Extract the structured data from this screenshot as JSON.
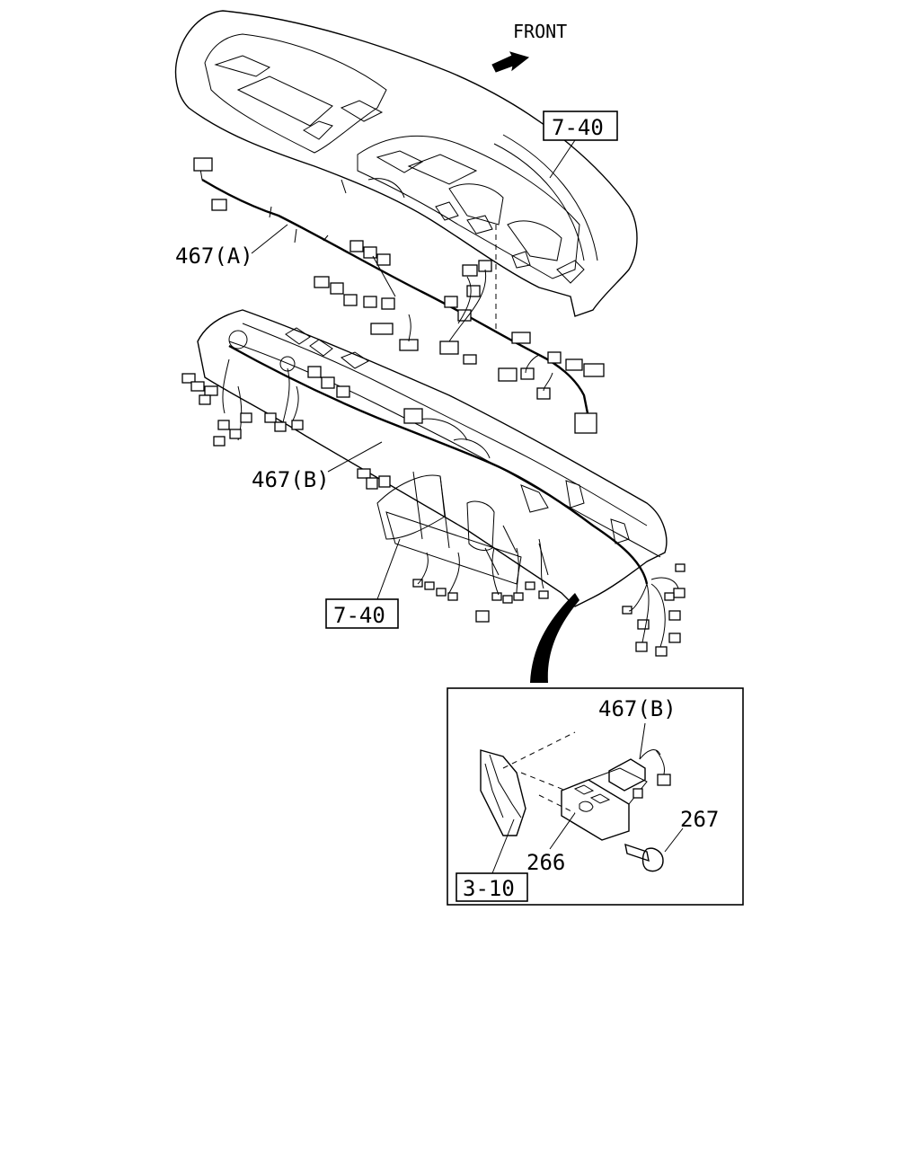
{
  "front_label": "FRONT",
  "labels": {
    "ref_top": "7-40",
    "harness_a": "467(A)",
    "harness_b": "467(B)",
    "ref_bottom": "7-40",
    "inset_harness_b": "467(B)",
    "bolt": "267",
    "module": "266",
    "ref_inset": "3-10"
  },
  "icons": {
    "front_arrow": "arrow-right-icon",
    "leader_arrow": "curved-pointer-icon"
  }
}
